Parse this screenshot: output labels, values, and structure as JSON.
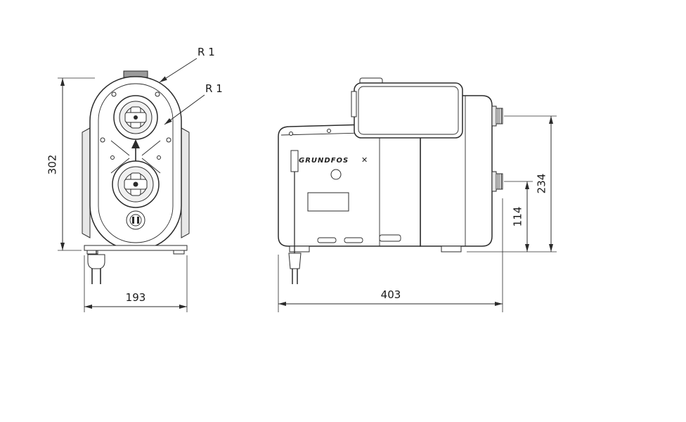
{
  "front_view": {
    "dim_height": "302",
    "dim_width": "193",
    "radius_label_1": "R 1",
    "radius_label_2": "R 1"
  },
  "side_view": {
    "brand": "GRUNDFOS",
    "dim_length": "403",
    "dim_height_total": "234",
    "dim_port_height": "114"
  },
  "icons": {
    "grundfos_mark": "✕"
  },
  "colors": {
    "line": "#2b2b2b",
    "background": "#ffffff"
  }
}
